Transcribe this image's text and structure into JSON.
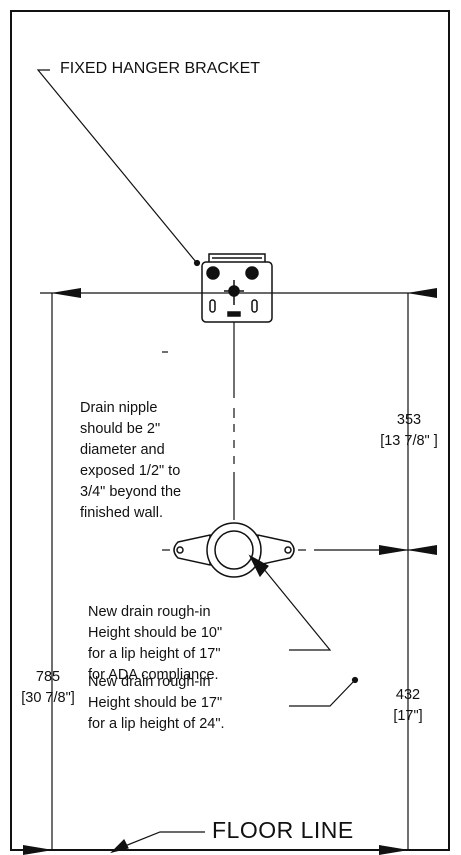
{
  "labels": {
    "bracket": "FIXED HANGER BRACKET",
    "floor": "FLOOR LINE",
    "nipple_note": [
      "Drain nipple",
      "should be 2\"",
      "diameter and",
      "exposed 1/2\" to",
      "3/4\" beyond the",
      "finished wall."
    ],
    "ada_note": [
      "New drain rough-in",
      "Height should be 10\"",
      "for a lip height of 17\"",
      "for ADA compliance."
    ],
    "std_note": [
      "New drain rough-in",
      "Height should be 17\"",
      "for a lip height of 24\"."
    ]
  },
  "dimensions": {
    "bracket_to_drain": {
      "mm": "353",
      "in": "[13 7/8\" ]"
    },
    "drain_to_floor": {
      "mm": "432",
      "in": "[17\"]"
    },
    "overall": {
      "mm": "785",
      "in": "[30 7/8\"]"
    }
  }
}
